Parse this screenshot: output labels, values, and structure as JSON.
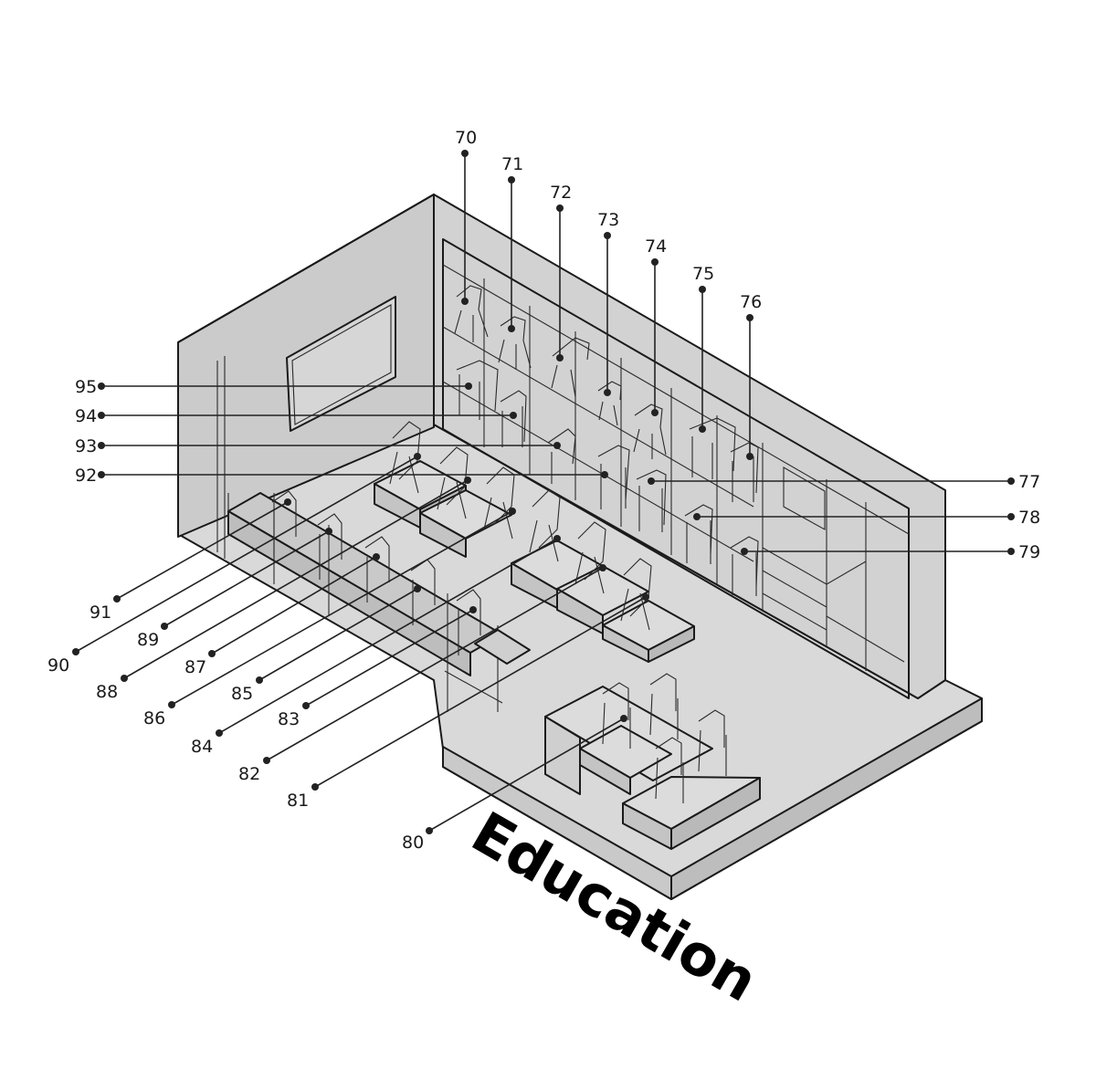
{
  "title": "Education",
  "colors": {
    "wall": "#cfcfcf",
    "floor": "#d9d9d9",
    "wall_top": "#e2e2e2",
    "line": "#1a1a1a",
    "background": "#ffffff"
  },
  "callouts": {
    "c70": "70",
    "c71": "71",
    "c72": "72",
    "c73": "73",
    "c74": "74",
    "c75": "75",
    "c76": "76",
    "c77": "77",
    "c78": "78",
    "c79": "79",
    "c80": "80",
    "c81": "81",
    "c82": "82",
    "c83": "83",
    "c84": "84",
    "c85": "85",
    "c86": "86",
    "c87": "87",
    "c88": "88",
    "c89": "89",
    "c90": "90",
    "c91": "91",
    "c92": "92",
    "c93": "93",
    "c94": "94",
    "c95": "95"
  }
}
